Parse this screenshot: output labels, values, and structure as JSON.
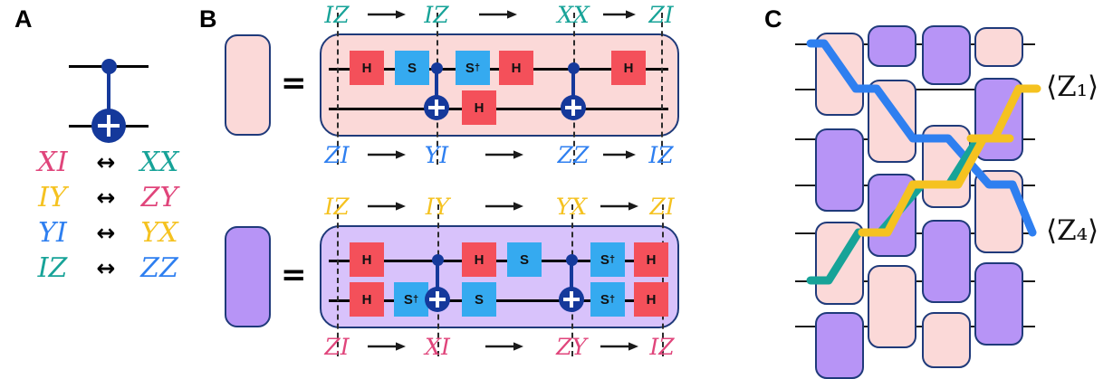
{
  "figure": {
    "panels": [
      {
        "id": "A",
        "letter": "A"
      },
      {
        "id": "B",
        "letter": "B"
      },
      {
        "id": "C",
        "letter": "C"
      }
    ]
  },
  "colors": {
    "pink_magenta": "#e0457b",
    "teal": "#17a398",
    "yellow": "#f5c220",
    "blue": "#2e7ff0",
    "gate_h_red": "#f4505a",
    "gate_s_blue": "#35aaf0",
    "cnot_navy": "#15399b",
    "border_navy": "#1f3a7a",
    "block_pink": "#fbd9d8",
    "block_purple": "#b794f6"
  },
  "panelA": {
    "letter": "A",
    "gate_name": "cnot-gate",
    "conjugation_rules": [
      {
        "left": "XI",
        "left_color": "#e0457b",
        "symbol": "↔",
        "right": "XX",
        "right_color": "#17a398"
      },
      {
        "left": "IY",
        "left_color": "#f5c220",
        "symbol": "↔",
        "right": "ZY",
        "right_color": "#e0457b"
      },
      {
        "left": "YI",
        "left_color": "#2e7ff0",
        "symbol": "↔",
        "right": "YX",
        "right_color": "#f5c220"
      },
      {
        "left": "IZ",
        "left_color": "#17a398",
        "symbol": "↔",
        "right": "ZZ",
        "right_color": "#2e7ff0"
      }
    ]
  },
  "panelB": {
    "letter": "B",
    "equals": "=",
    "circuits": [
      {
        "name": "pink-circuit",
        "fill": "#fbd9d8",
        "legend_fill": "#fbd9d8",
        "top_labels": [
          {
            "text": "IZ",
            "color": "#17a398"
          },
          {
            "text": "IZ",
            "color": "#17a398"
          },
          {
            "text": "XX",
            "color": "#17a398"
          },
          {
            "text": "ZI",
            "color": "#17a398"
          }
        ],
        "bottom_labels": [
          {
            "text": "ZI",
            "color": "#2e7ff0"
          },
          {
            "text": "YI",
            "color": "#2e7ff0"
          },
          {
            "text": "ZZ",
            "color": "#2e7ff0"
          },
          {
            "text": "IZ",
            "color": "#2e7ff0"
          }
        ],
        "top_wire_gates": [
          "H",
          "S",
          "S†",
          "H",
          "H"
        ],
        "bottom_wire_gates": [
          "H"
        ]
      },
      {
        "name": "purple-circuit",
        "fill": "#d8c2fb",
        "legend_fill": "#b794f6",
        "top_labels": [
          {
            "text": "IZ",
            "color": "#f5c220"
          },
          {
            "text": "IY",
            "color": "#f5c220"
          },
          {
            "text": "YX",
            "color": "#f5c220"
          },
          {
            "text": "ZI",
            "color": "#f5c220"
          }
        ],
        "bottom_labels": [
          {
            "text": "ZI",
            "color": "#e0457b"
          },
          {
            "text": "XI",
            "color": "#e0457b"
          },
          {
            "text": "ZY",
            "color": "#e0457b"
          },
          {
            "text": "IZ",
            "color": "#e0457b"
          }
        ],
        "top_wire_gates": [
          "H",
          "H",
          "S",
          "S†",
          "H"
        ],
        "bottom_wire_gates": [
          "H",
          "S†",
          "S",
          "S†",
          "H"
        ]
      }
    ]
  },
  "panelC": {
    "letter": "C",
    "observable_top": "⟨Z",
    "observable_top_sub": "1",
    "observable_bottom": "⟨Z",
    "observable_bottom_sub": "4",
    "label_top": "⟨Z₁⟩",
    "label_bottom": "⟨Z₄⟩",
    "num_wires": 8,
    "cone_colors": [
      "#2e7ff0",
      "#17a398",
      "#f5c220"
    ]
  }
}
